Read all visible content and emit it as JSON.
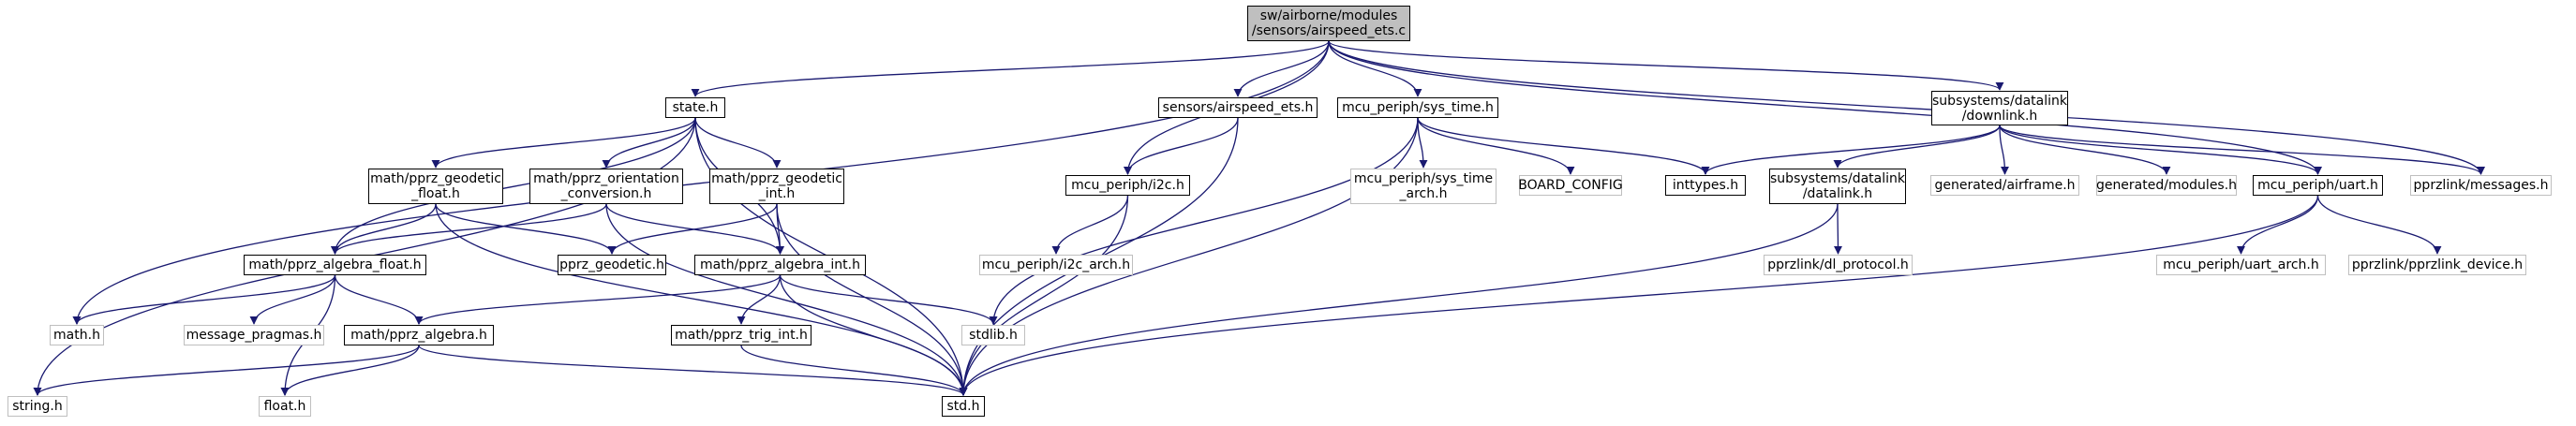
{
  "colors": {
    "edge": "#191970",
    "node_border": "#000000",
    "missing_border": "#bfbfbf",
    "root_fill": "#bfbfbf"
  },
  "nodes": {
    "airspeed_ets_c": "sw/airborne/modules\n/sensors/airspeed_ets.c",
    "state_h": "state.h",
    "sensors_airspeed_ets_h": "sensors/airspeed_ets.h",
    "mcu_periph_sys_time_h": "mcu_periph/sys_time.h",
    "subsystems_datalink_downlink_h": "subsystems/datalink\n/downlink.h",
    "math_pprz_geodetic_float_h": "math/pprz_geodetic\n_float.h",
    "math_pprz_orientation_conversion_h": "math/pprz_orientation\n_conversion.h",
    "math_pprz_geodetic_int_h": "math/pprz_geodetic\n_int.h",
    "mcu_periph_i2c_h": "mcu_periph/i2c.h",
    "mcu_periph_sys_time_arch_h": "mcu_periph/sys_time\n_arch.h",
    "board_config": "BOARD_CONFIG",
    "inttypes_h": "inttypes.h",
    "subsystems_datalink_datalink_h": "subsystems/datalink\n/datalink.h",
    "generated_airframe_h": "generated/airframe.h",
    "generated_modules_h": "generated/modules.h",
    "mcu_periph_uart_h": "mcu_periph/uart.h",
    "pprzlink_messages_h": "pprzlink/messages.h",
    "math_pprz_algebra_float_h": "math/pprz_algebra_float.h",
    "pprz_geodetic_h": "pprz_geodetic.h",
    "math_pprz_algebra_int_h": "math/pprz_algebra_int.h",
    "mcu_periph_i2c_arch_h": "mcu_periph/i2c_arch.h",
    "pprzlink_dl_protocol_h": "pprzlink/dl_protocol.h",
    "mcu_periph_uart_arch_h": "mcu_periph/uart_arch.h",
    "pprzlink_pprzlink_device_h": "pprzlink/pprzlink_device.h",
    "math_h": "math.h",
    "message_pragmas_h": "message_pragmas.h",
    "math_pprz_algebra_h": "math/pprz_algebra.h",
    "math_pprz_trig_int_h": "math/pprz_trig_int.h",
    "stdlib_h": "stdlib.h",
    "string_h": "string.h",
    "float_h": "float.h",
    "std_h": "std.h"
  }
}
